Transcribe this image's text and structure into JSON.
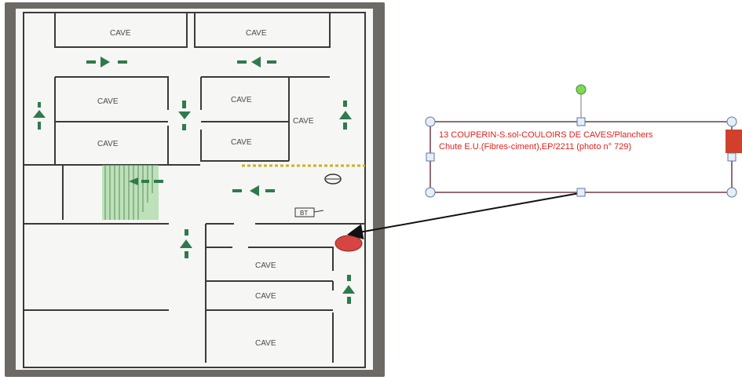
{
  "floor_plan": {
    "rooms": [
      {
        "id": "cave-1",
        "label": "CAVE"
      },
      {
        "id": "cave-2",
        "label": "CAVE"
      },
      {
        "id": "cave-3",
        "label": "CAVE"
      },
      {
        "id": "cave-4",
        "label": "CAVE"
      },
      {
        "id": "cave-5",
        "label": "CAVE"
      },
      {
        "id": "cave-6",
        "label": "CAVE"
      },
      {
        "id": "cave-7",
        "label": "CAVE"
      },
      {
        "id": "cave-8",
        "label": "CAVE"
      },
      {
        "id": "cave-9",
        "label": "CAVE"
      },
      {
        "id": "cave-10",
        "label": "CAVE"
      }
    ],
    "meter_label": "BT",
    "arrow_color": "#2f7a4c",
    "marker_color": "#d64541"
  },
  "callout": {
    "line1": "13 COUPERIN-S.sol-COULOIRS DE CAVES/Planchers",
    "line2": "Chute E.U.(Fibres-ciment),EP/2211 (photo n° 729)",
    "text_color": "#e0201b"
  }
}
